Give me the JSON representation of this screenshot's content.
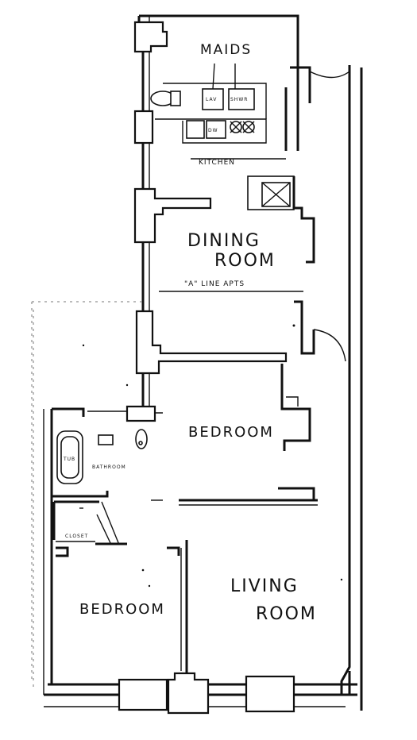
{
  "labels": {
    "maids": "MAIDS",
    "kitchen": "KITCHEN",
    "dining_line1": "DINING",
    "dining_line2": "ROOM",
    "line_note": "\"A\" LINE APTS",
    "bedroom_main": "BEDROOM",
    "bath": "BATHROOM",
    "closet": "CLOSET",
    "bedroom_small": "BEDROOM",
    "living_line1": "LIVING",
    "living_line2": "ROOM",
    "tub_tag": "TUB"
  }
}
